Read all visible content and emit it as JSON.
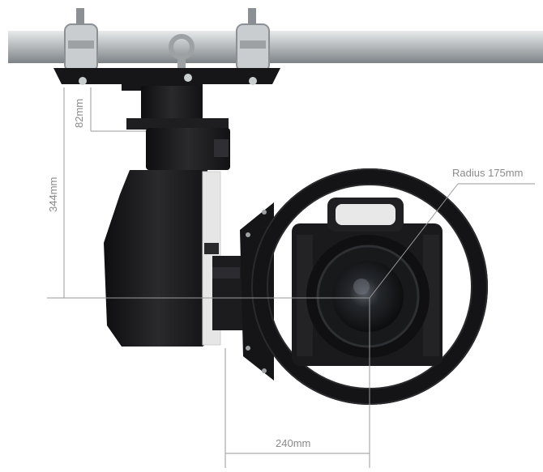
{
  "dimensions": {
    "drop_height": "82mm",
    "total_height": "344mm",
    "ring_radius": "Radius 175mm",
    "lens_offset": "240mm"
  },
  "colors": {
    "background": "#ffffff",
    "dimension_line": "#9a9a9a",
    "dimension_text": "#8a8a8a",
    "pipe": "#b9bdbf",
    "body": "#1b1b1d"
  }
}
